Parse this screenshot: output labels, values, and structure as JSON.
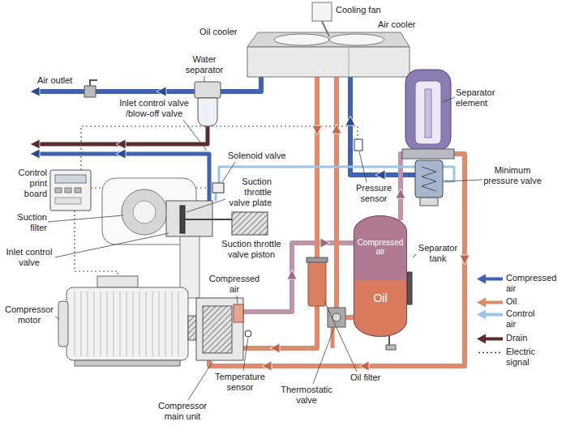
{
  "diagram": {
    "nodes": [
      {
        "text": [
          "Compressed air",
          "Oil"
        ]
      }
    ],
    "labels": [
      "Cooling fan",
      "Oil cooler",
      "Air cooler",
      "Air outlet",
      "Water separator",
      "Inlet control valve /blow-off valve",
      "Separator element",
      "Solenoid valve",
      "Control print board",
      "Pressure sensor",
      "Minimum pressure valve",
      "Suction throttle valve plate",
      "Suction filter",
      "Suction throttle valve piston",
      "Inlet control valve",
      "Separator tank",
      "Compressed air",
      "Compressor motor",
      "Temperature sensor",
      "Oil filter",
      "Thermostatic valve",
      "Compressor main unit"
    ],
    "legend": [
      {
        "text": "Compressed air",
        "color": "#3f63b2"
      },
      {
        "text": "Oil",
        "color": "#de8b6d"
      },
      {
        "text": "Control air",
        "color": "#9cc4e4"
      },
      {
        "text": "Drain",
        "color": "#5b2a2a"
      },
      {
        "text": "Electric signal"
      }
    ]
  }
}
